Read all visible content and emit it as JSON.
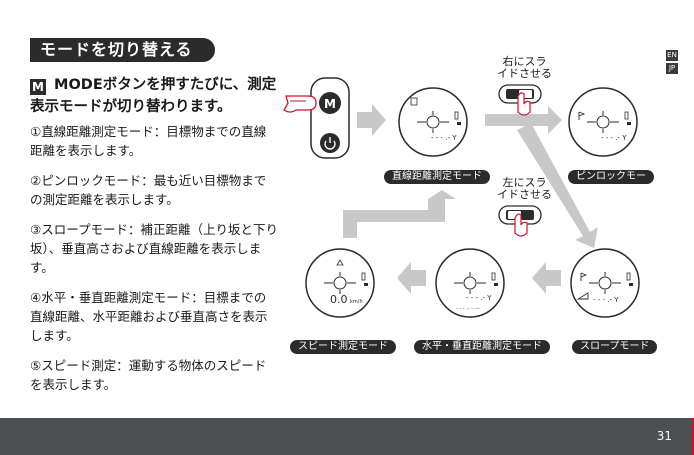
{
  "title": "モードを切り替える",
  "lang": {
    "en": "EN",
    "jp": "JP"
  },
  "lead": {
    "badge": "M",
    "text": " MODEボタンを押すたびに、測定表示モードが切り替わります。"
  },
  "items": [
    "①直線距離測定モード：目標物までの直線距離を表示します。",
    "②ピンロックモード：最も近い目標物までの測定距離を表示します。",
    "③スロープモード：補正距離（上り坂と下り坂）、垂直高さおよび直線距離を表示します。",
    "④水平・垂直距離測定モード：目標までの直線距離、水平距離および垂直高さを表示します。",
    "⑤スピード測定：運動する物体のスピードを表示します。"
  ],
  "device_button": "M",
  "notes": {
    "slide_right_1": "右にスラ",
    "slide_right_2": "イドさせる",
    "slide_left_1": "左にスラ",
    "slide_left_2": "イドさせる"
  },
  "mode_labels": {
    "line": "直線距離測定モード",
    "pinlock": "ピンロックモー",
    "slope": "スロープモード",
    "hv": "水平・垂直距離測定モード",
    "speed": "スピード測定モード"
  },
  "screen": {
    "dash": "- - - .- Y",
    "dash2": "- - - .- Y",
    "speed_value": "0.0",
    "speed_unit": "km/h"
  },
  "page_number": "31",
  "colors": {
    "dark": "#2b2b2b",
    "arrow": "#c8c8c8",
    "footer": "#4e4f52",
    "accent": "#d1102a"
  }
}
